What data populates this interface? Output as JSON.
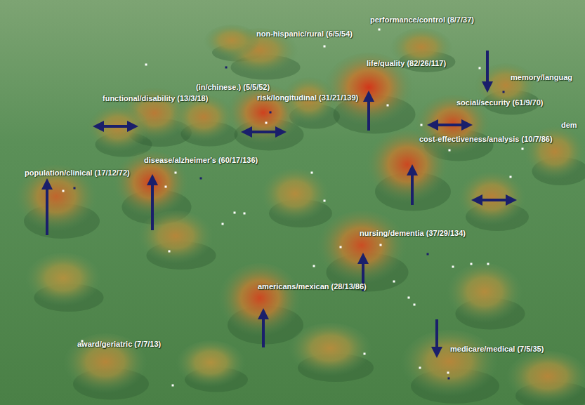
{
  "diagram": {
    "labels": [
      "performance/control (8/7/37)",
      "non-hispanic/rural (6/5/54)",
      "memory/languag",
      "life/quality (82/26/117)",
      "social/security (61/9/70)",
      "functional/disability (13/3/18)",
      "(in/chinese.) (5/5/52)",
      "risk/longitudinal (31/21/139)",
      "dem",
      "cost-effectiveness/analysis (10/7/86)",
      "population/clinical (17/12/72)",
      "disease/alzheimer's (60/17/136)",
      "nursing/dementia (37/29/134)",
      "americans/mexican (28/13/86)",
      "award/geriatric (7/7/13)",
      "medicare/medical (7/5/35)"
    ]
  }
}
